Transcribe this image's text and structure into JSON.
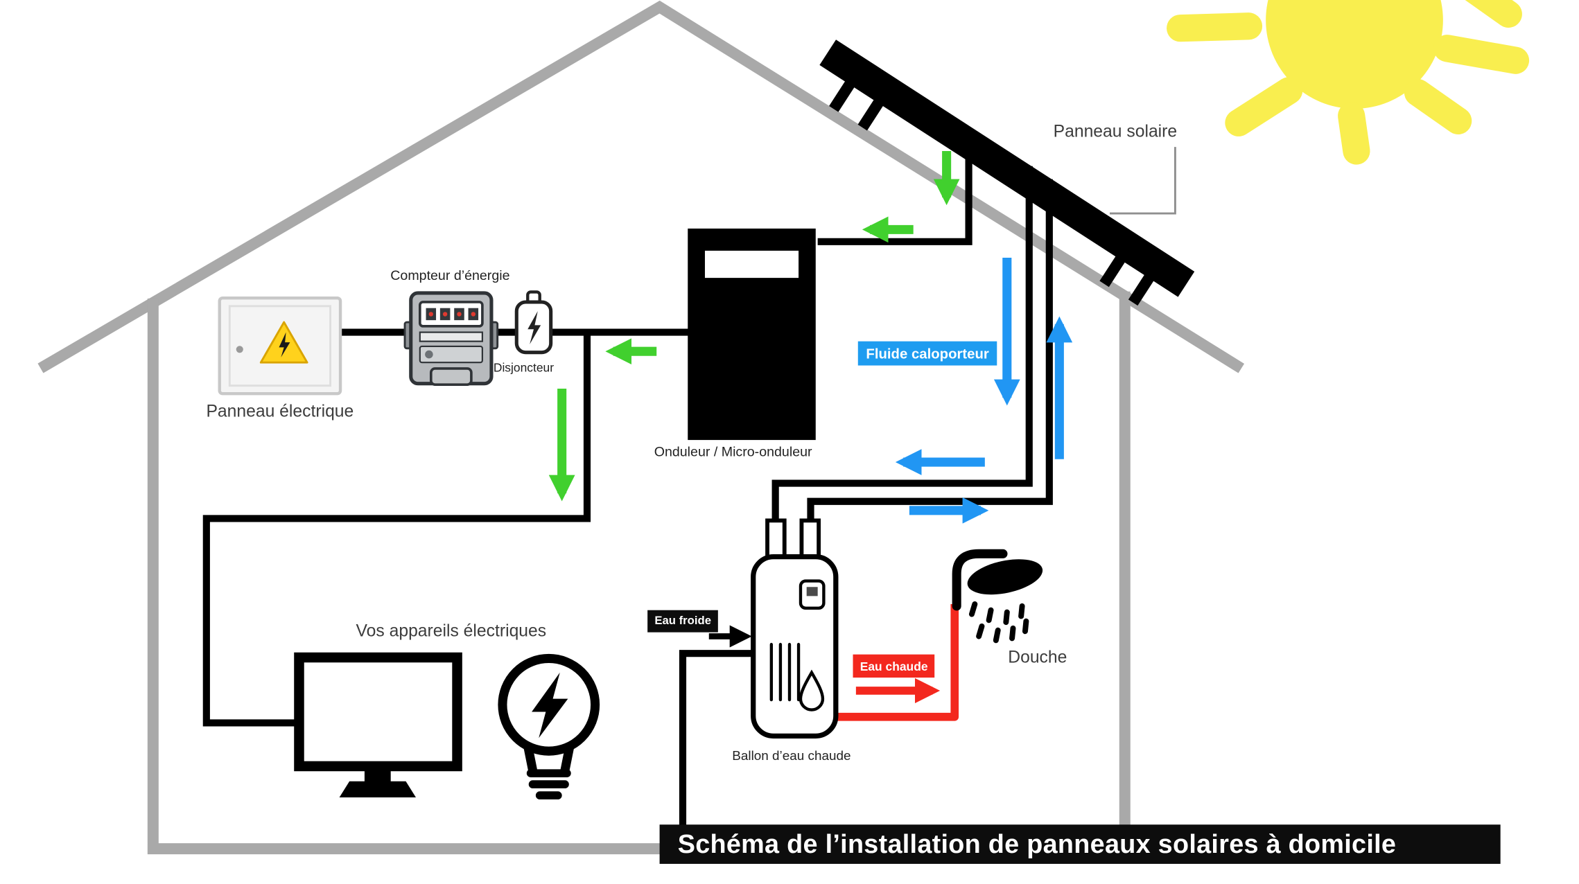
{
  "diagram": {
    "title": "Schéma de l’installation de panneaux solaires à domicile",
    "labels": {
      "panneau_solaire": "Panneau solaire",
      "compteur": "Compteur d’énergie",
      "disjoncteur": "Disjoncteur",
      "panneau_electrique": "Panneau électrique",
      "onduleur": "Onduleur / Micro-onduleur",
      "appareils": "Vos appareils électriques",
      "ballon": "Ballon d’eau chaude",
      "douche": "Douche"
    },
    "badges": {
      "fluide_caloporteur": "Fluide caloporteur",
      "eau_froide": "Eau froide",
      "eau_chaude": "Eau chaude"
    }
  },
  "colors": {
    "electricity": "#41d02e",
    "fluid": "#2196f3",
    "fluid_badge": "#1e9cf0",
    "hot": "#f3281e",
    "cold_badge": "#0d0d0d",
    "sun": "#f9ee4f",
    "house": "#a9a9a9",
    "title_bg": "#0d0d0d"
  }
}
